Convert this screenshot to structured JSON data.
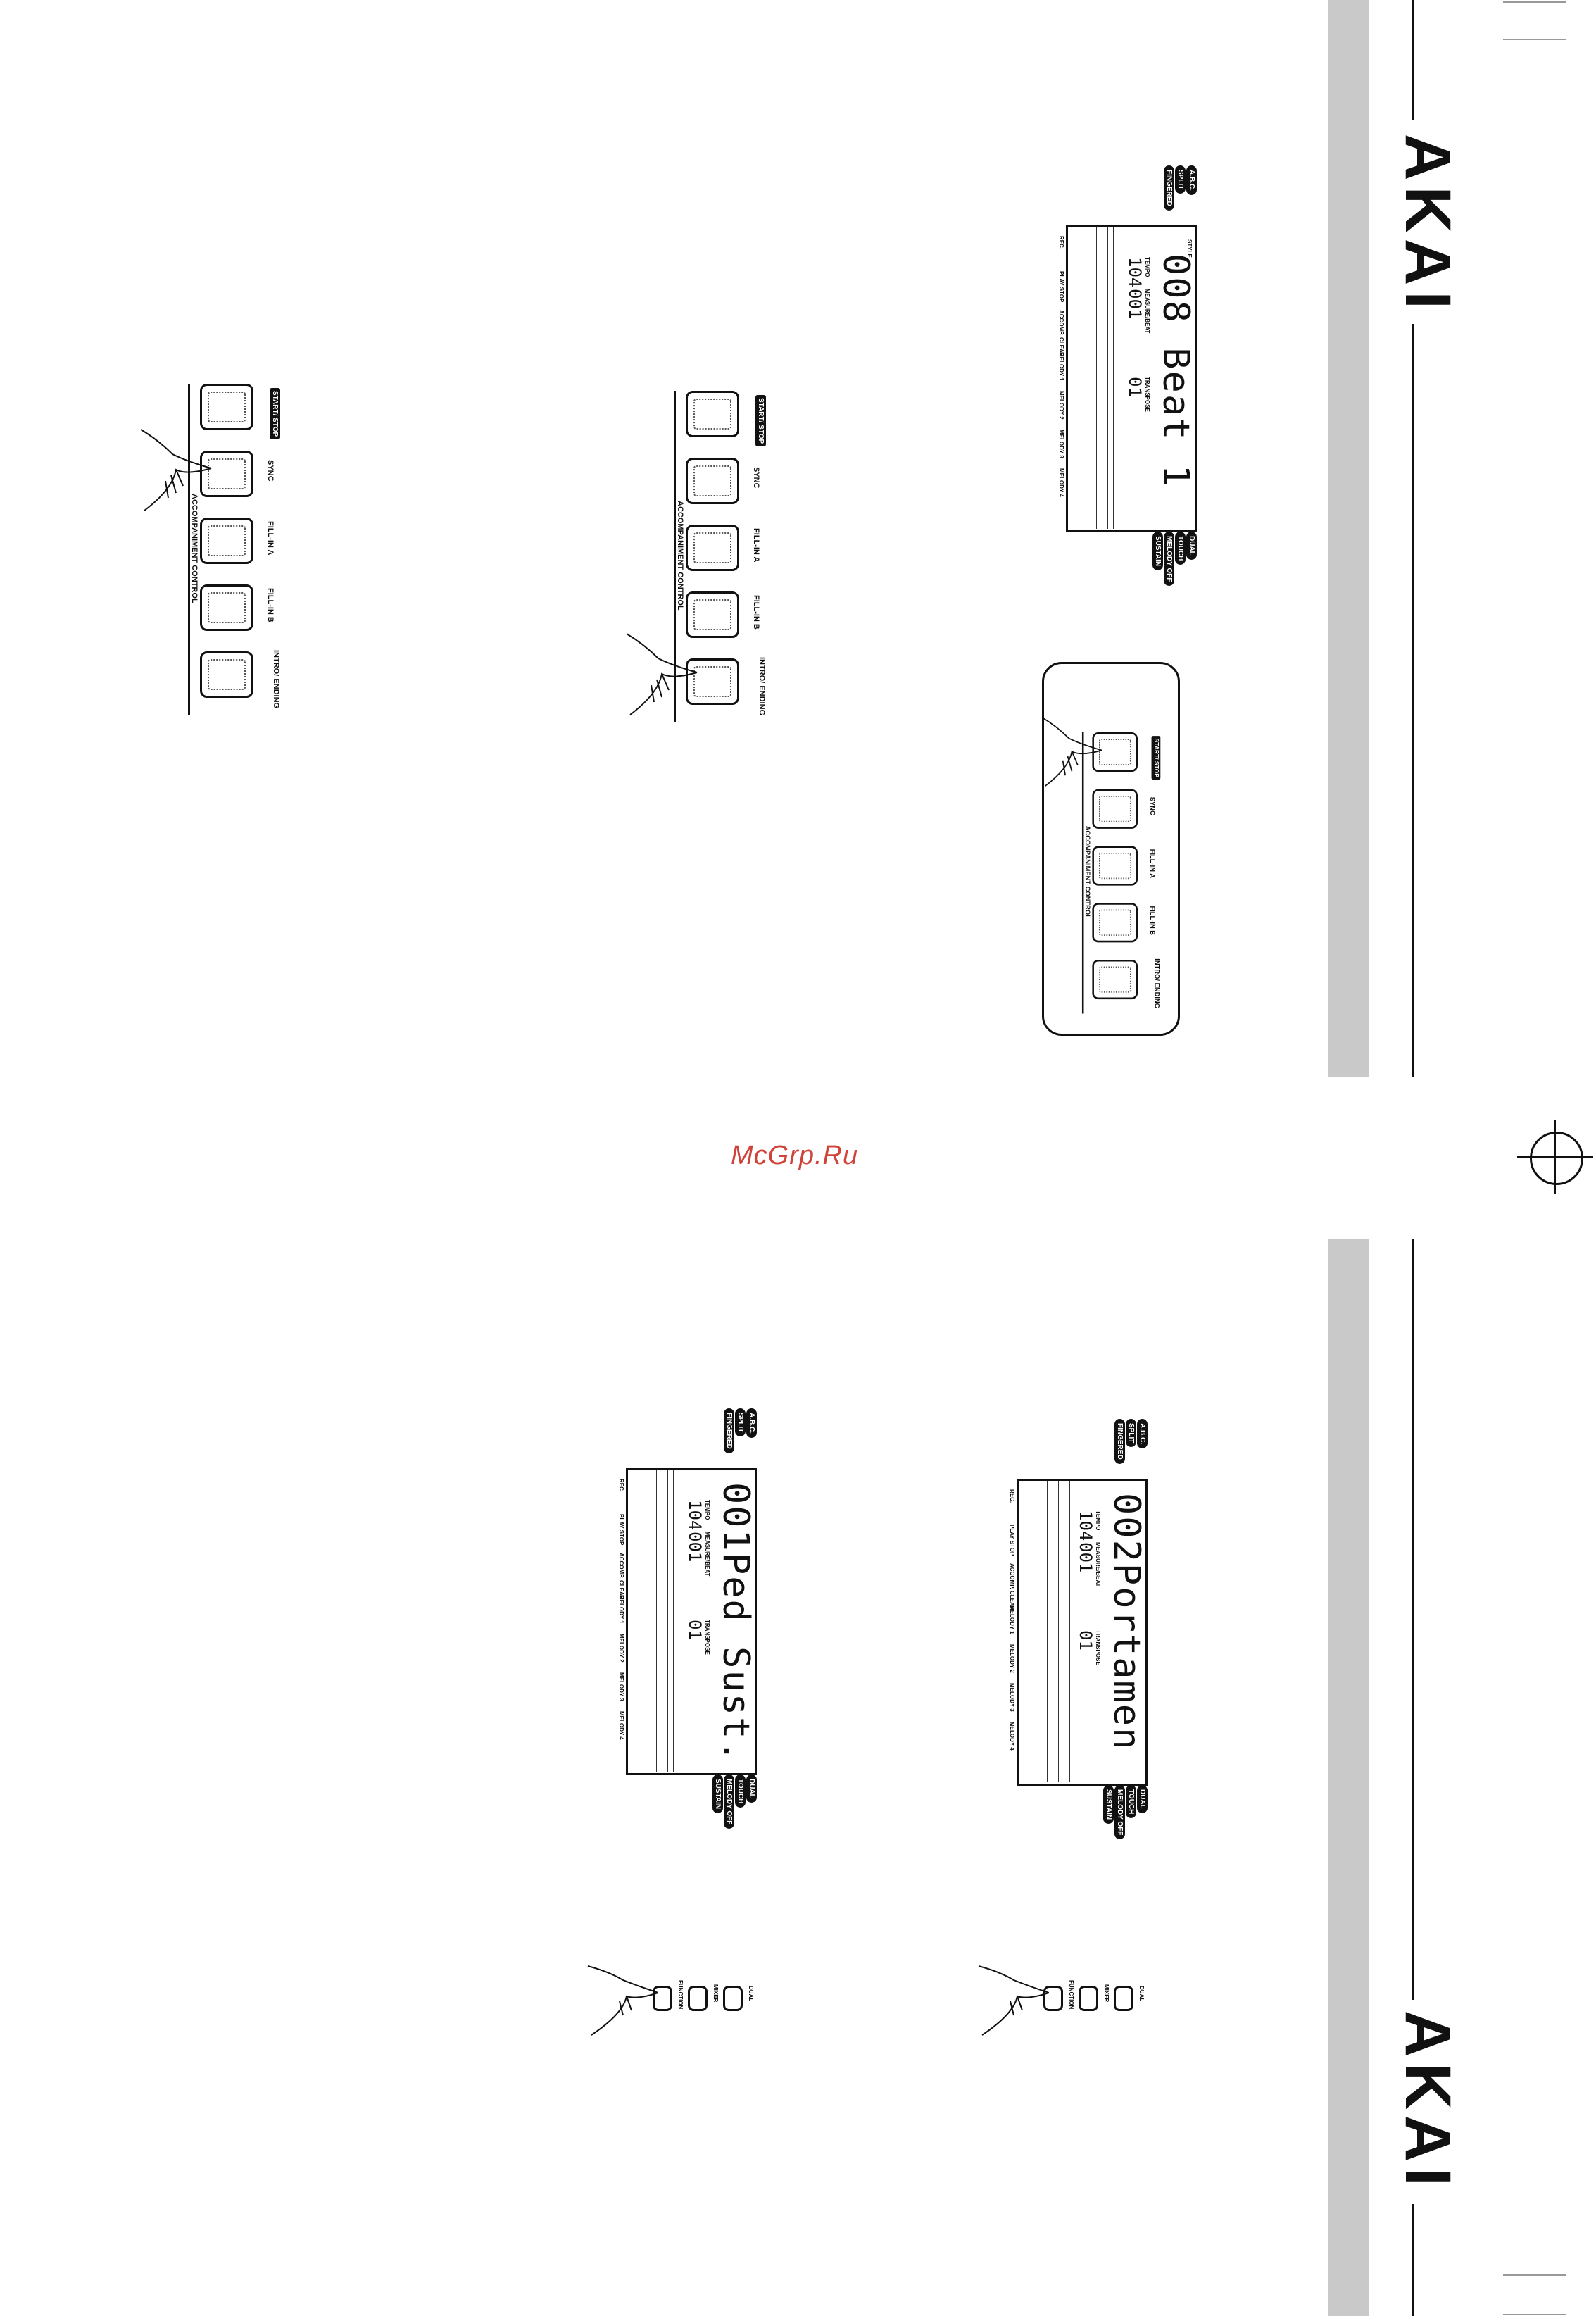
{
  "brand": {
    "name_top": "AKAI",
    "name_bottom": "AKAI"
  },
  "watermark": "McGrp.Ru",
  "accompaniment": {
    "control_label": "ACCOMPANIMENT CONTROL",
    "buttons": [
      "START/ STOP",
      "SYNC",
      "FILL-IN A",
      "FILL-IN B",
      "INTRO/ ENDING"
    ]
  },
  "lcd_common": {
    "left_pills": [
      "A.B.C.",
      "SPLIT",
      "FINGERED"
    ],
    "right_pills": [
      "DUAL",
      "TOUCH",
      "MELODY OFF",
      "SUSTAIN"
    ],
    "bottom_labels": [
      "REC.",
      "PLAY STOP",
      "ACCOMP. CLEAR",
      "MELODY 1",
      "MELODY 2",
      "MELODY 3",
      "MELODY 4"
    ],
    "tempo_label": "TEMPO",
    "measure_label": "MEASURE/BEAT",
    "transpose_label": "TRANSPOSE",
    "tempo_value": "104",
    "measure_value": "001",
    "transpose_value": "01",
    "style_label": "STYLE"
  },
  "lcd_top": {
    "main_text": "008 Beat 1"
  },
  "lcd_bottom_left": {
    "main_text": "001Ped Sust."
  },
  "lcd_bottom_right": {
    "main_text": "002Portamen"
  },
  "function_panel": {
    "buttons": [
      "DUAL",
      "MIXER",
      "FUNCTION"
    ]
  }
}
